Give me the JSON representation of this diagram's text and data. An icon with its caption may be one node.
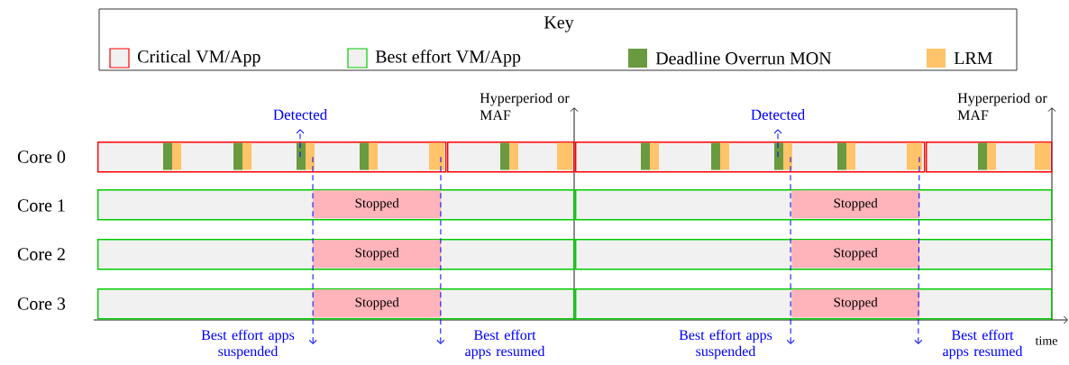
{
  "diagram": {
    "nodes": [
      {
        "text": [
          "Detected"
        ]
      },
      {
        "text": [
          "Detected"
        ]
      },
      {
        "text": [],
        "shape": "box"
      },
      {
        "text": [],
        "shape": "box"
      },
      {
        "text": [],
        "shape": "box"
      },
      {
        "text": [],
        "shape": "box"
      },
      {
        "text": [],
        "shape": "box"
      },
      {
        "text": [
          "Stopped"
        ],
        "in": 6
      },
      {
        "text": [],
        "shape": "box"
      },
      {
        "text": [
          "Stopped"
        ],
        "in": 8
      },
      {
        "text": [],
        "shape": "box"
      },
      {
        "text": [
          "Stopped"
        ],
        "in": 10
      },
      {
        "text": [],
        "shape": "box"
      },
      {
        "text": [
          "Stopped"
        ],
        "in": 12
      },
      {
        "text": [],
        "shape": "box"
      },
      {
        "text": [
          "Stopped"
        ],
        "in": 14
      },
      {
        "text": [],
        "shape": "box"
      },
      {
        "text": [
          "Stopped"
        ],
        "in": 16
      },
      {
        "text": [
          "Best effort apps suspended"
        ]
      },
      {
        "text": [
          "Best effort apps resumed"
        ]
      },
      {
        "text": [
          "Best effort apps suspended"
        ]
      },
      {
        "text": [
          "Best effort apps resumed"
        ]
      }
    ],
    "edges": [
      {
        "from": 2,
        "to": 0,
        "arrow": "to",
        "style": "dashed"
      },
      {
        "from": 2,
        "to": 18,
        "arrow": "to",
        "style": "dashed"
      },
      {
        "from": 2,
        "to": 19,
        "arrow": "to",
        "style": "dashed"
      },
      {
        "from": 4,
        "to": 1,
        "arrow": "to",
        "style": "dashed"
      },
      {
        "from": 4,
        "to": 20,
        "arrow": "to",
        "style": "dashed"
      },
      {
        "from": 4,
        "to": 21,
        "arrow": "to",
        "style": "dashed"
      }
    ],
    "labels": [
      "Key",
      "Hyperperiod or MAF",
      "Hyperperiod or MAF",
      "Core 0",
      "Core 1",
      "Core 2",
      "Core 3",
      "time"
    ],
    "legend": [
      {
        "text": "Critical VM/App"
      },
      {
        "text": "Best effort VM/App"
      },
      {
        "text": "Deadline Overrun MON",
        "color": "#6a9a3f"
      },
      {
        "text": "LRM",
        "color": "#ffc36a"
      }
    ]
  }
}
